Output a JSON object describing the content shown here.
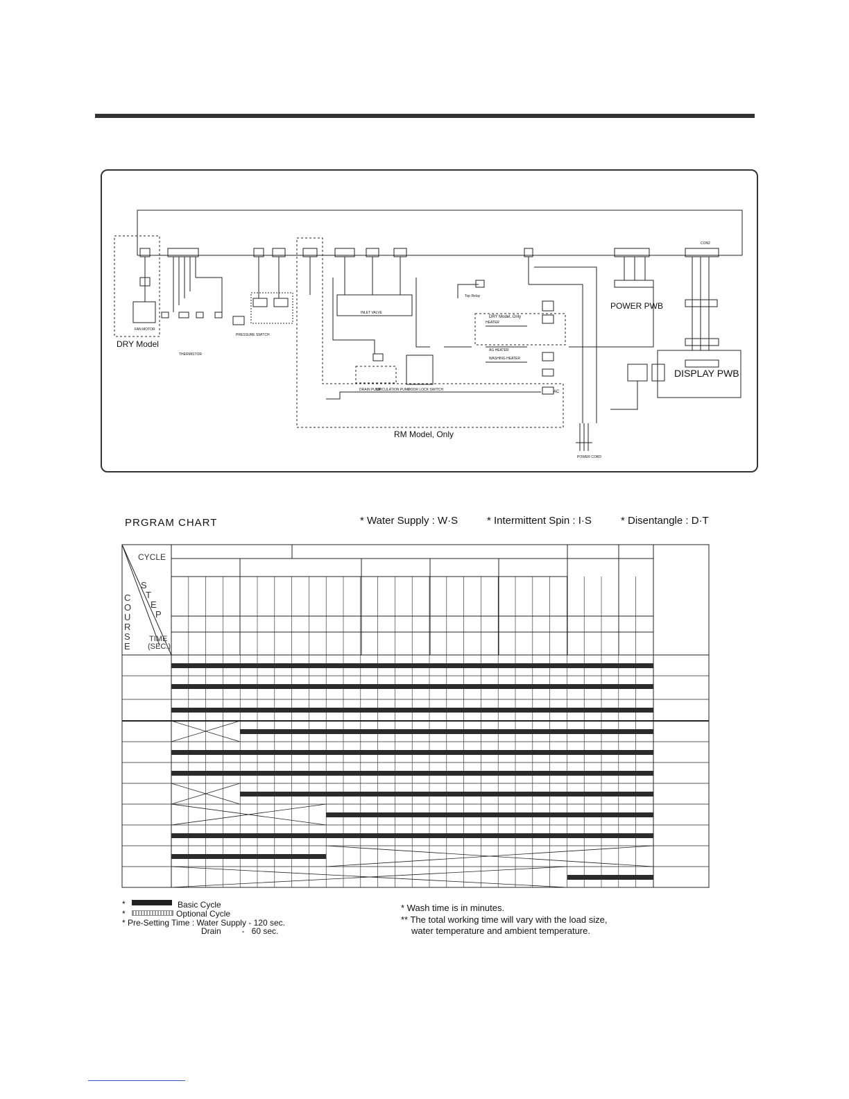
{
  "diagram": {
    "labels": {
      "dry_model": "DRY Model",
      "fan_motor": "FAN MOTOR",
      "thermistor": "THERMISTOR",
      "pressure_switch": "PRESSURE SWITCH",
      "inlet_valve": "INLET VALVE",
      "drain_pump": "DRAIN PUMP",
      "circulation_pump": "CIRCULATION PUMP",
      "door_lock_switch": "DOOR LOCK SWITCH",
      "dry_model_only": "DRY Model, Only",
      "heater": "HEATER",
      "ag_heater": "AG HEATER",
      "washing_heater": "WASHING HEATER",
      "power_pwb": "POWER PWB",
      "display_pwb": "DISPLAY PWB",
      "rm_model_only": "RM Model, Only",
      "power_cord": "POWER CORD",
      "con2": "CON2",
      "ac": "AC",
      "top_relay": "Top Relay"
    }
  },
  "chart": {
    "title": "PRGRAM  CHART",
    "abbreviations": [
      "* Water Supply : W·S",
      "* Intermittent Spin : I·S",
      "* Disentangle : D·T"
    ],
    "header": {
      "cycle": "CYCLE",
      "step": [
        "S",
        "T",
        "E",
        "P"
      ],
      "course": [
        "C",
        "O",
        "U",
        "R",
        "S",
        "E"
      ],
      "time": "TIME",
      "time_unit": "(SEC.)"
    }
  },
  "legend": {
    "basic_marker": "*",
    "basic": "Basic Cycle",
    "optional_marker": "*",
    "optional": "Optional Cycle",
    "presetting_1": "* Pre-Setting Time : Water Supply - 120 sec.",
    "presetting_2": "Drain         -   60 sec."
  },
  "notes": {
    "wash_time": "* Wash time is in minutes.",
    "working_time_1": "** The total working time will vary with the load size,",
    "working_time_2": "water temperature and ambient temperature."
  }
}
